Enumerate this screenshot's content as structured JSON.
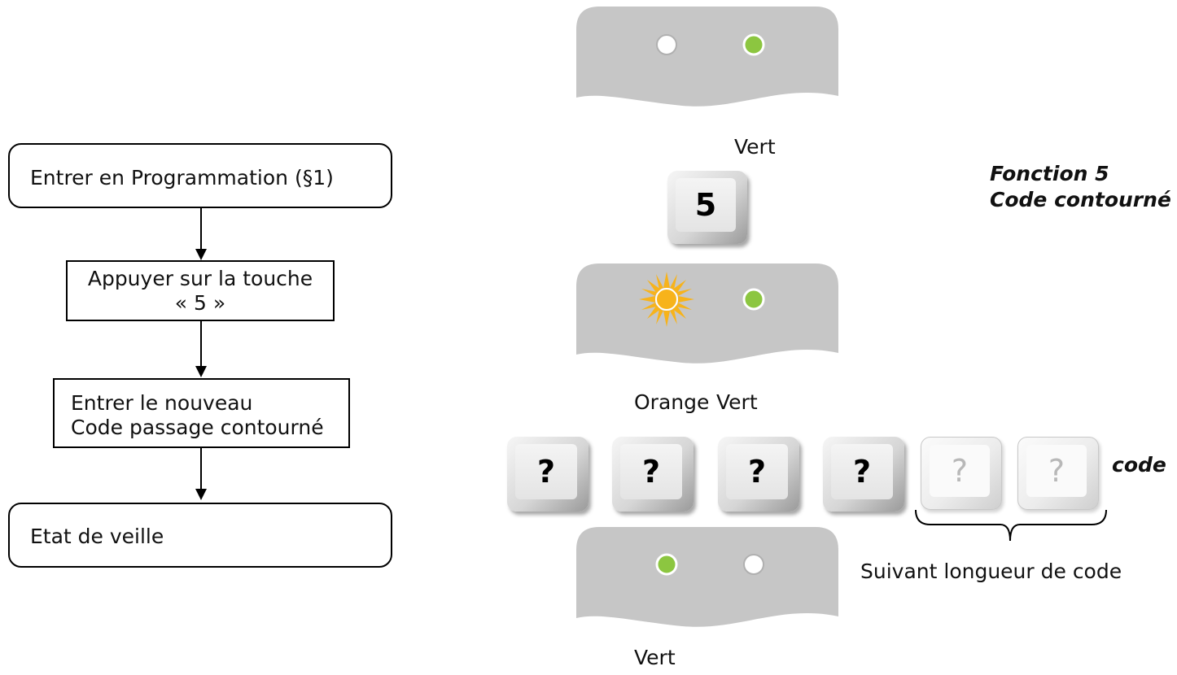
{
  "flowchart": {
    "step1": "Entrer en Programmation (§1)",
    "step2_line1": "Appuyer sur la touche",
    "step2_line2": "« 5 »",
    "step3_line1": "Entrer le nouveau",
    "step3_line2": "Code passage contourné",
    "step4": "Etat de veille"
  },
  "panels": [
    {
      "left_led": "off",
      "right_led": "green",
      "label": "Vert"
    },
    {
      "left_led": "orange-flashing",
      "right_led": "green",
      "label_left": "Orange",
      "label_right": "Vert"
    },
    {
      "left_led": "green",
      "right_led": "off",
      "label": "Vert"
    }
  ],
  "key_5": "5",
  "code_keys": [
    "?",
    "?",
    "?",
    "?",
    "?",
    "?"
  ],
  "code_label": "code",
  "brace_label": "Suivant longueur de code",
  "function_title_line1": "Fonction 5",
  "function_title_line2": "Code contourné",
  "colors": {
    "panel_gray": "#c6c6c6",
    "led_green": "#8cc640",
    "led_off": "#ffffff",
    "led_orange": "#f7b31b"
  }
}
